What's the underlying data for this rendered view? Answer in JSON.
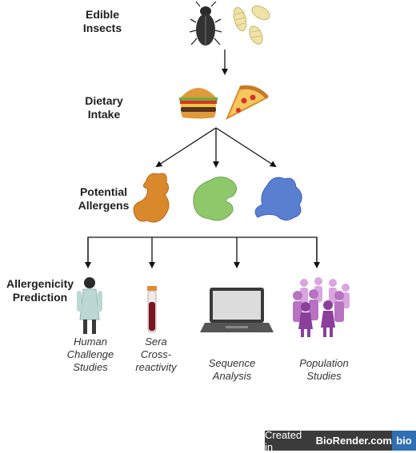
{
  "stages": {
    "edible_insects": [
      "Edible",
      "Insects"
    ],
    "dietary_intake": [
      "Dietary",
      "Intake"
    ],
    "potential_allergens": [
      "Potential",
      "Allergens"
    ],
    "allergenicity_prediction": [
      "Allergenicity",
      "Prediction"
    ]
  },
  "methods": [
    {
      "lines": [
        "Human",
        "Challenge",
        "Studies"
      ]
    },
    {
      "lines": [
        "Sera",
        "Cross-",
        "reactivity"
      ]
    },
    {
      "lines": [
        "Sequence",
        "Analysis"
      ]
    },
    {
      "lines": [
        "Population",
        "Studies"
      ]
    }
  ],
  "badge": {
    "prefix": "Created in",
    "brand": "BioRender.com",
    "logo": "bio"
  },
  "icons": {
    "insects": [
      "beetle-icon",
      "larva-icon"
    ],
    "food": [
      "burger-icon",
      "pizza-slice-icon"
    ],
    "allergens": [
      "allergen-orange-icon",
      "allergen-green-icon",
      "allergen-blue-icon"
    ],
    "methods": [
      "patient-icon",
      "test-tube-icon",
      "laptop-icon",
      "people-group-icon"
    ]
  },
  "colors": {
    "allergen_orange": "#d9892b",
    "allergen_green": "#8fc86b",
    "allergen_blue": "#5a7fd1",
    "people_purple": "#a35cb5",
    "sera_red": "#7a1420"
  }
}
